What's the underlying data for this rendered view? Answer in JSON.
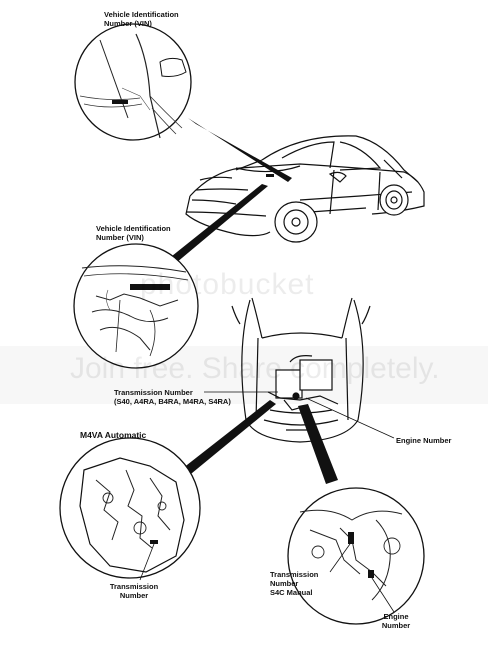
{
  "labels": {
    "vin_top_line1": "Vehicle Identification",
    "vin_top_line2": "Number (VIN)",
    "vin_mid_line1": "Vehicle Identification",
    "vin_mid_line2": "Number (VIN)",
    "trans_number_line1": "Transmission Number",
    "trans_number_line2": "(S40, A4RA, B4RA, M4RA, S4RA)",
    "engine_number_right": "Engine Number",
    "m4va_title": "M4VA Automatic",
    "trans_lower_line1": "Transmission",
    "trans_lower_line2": "Number",
    "s4c_line1": "Transmission",
    "s4c_line2": "Number",
    "s4c_line3": "S4C Manual",
    "engine_lower_line1": "Engine",
    "engine_lower_line2": "Number"
  },
  "watermark": {
    "top": "photobucket",
    "mid": "Join free. Share completely."
  }
}
